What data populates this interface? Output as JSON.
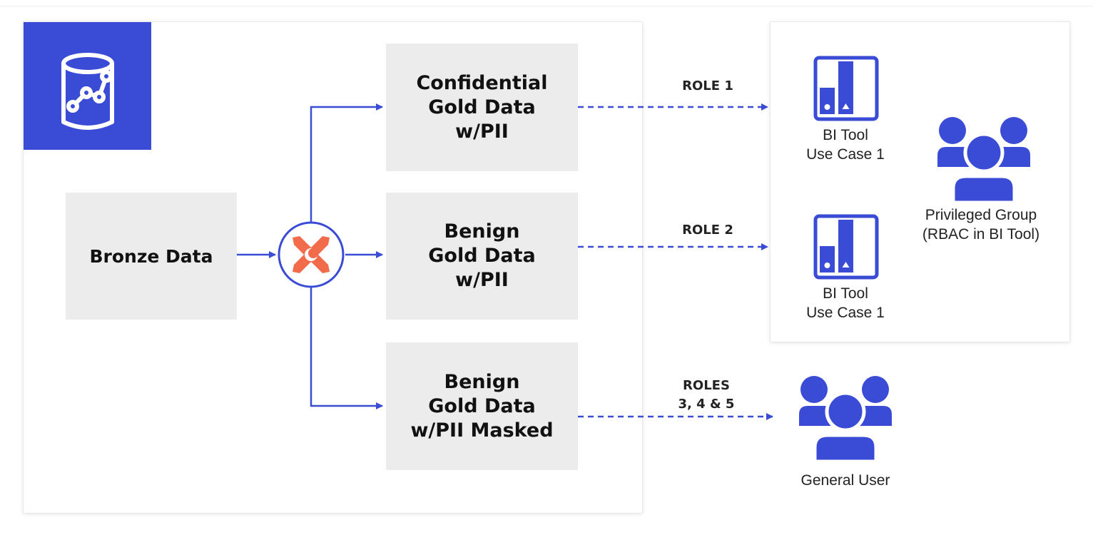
{
  "bronze": {
    "label": "Bronze Data"
  },
  "gold_boxes": [
    {
      "lines": [
        "Confidential",
        "Gold Data",
        "w/PII"
      ]
    },
    {
      "lines": [
        "Benign",
        "Gold Data",
        "w/PII"
      ]
    },
    {
      "lines": [
        "Benign",
        "Gold Data",
        "w/PII Masked"
      ]
    }
  ],
  "roles": {
    "role1": "ROLE 1",
    "role2": "ROLE 2",
    "role345_line1": "ROLES",
    "role345_line2": "3, 4 & 5"
  },
  "bi_tools": [
    {
      "line1": "BI Tool",
      "line2": "Use Case 1"
    },
    {
      "line1": "BI Tool",
      "line2": "Use Case 1"
    }
  ],
  "privileged_group": {
    "line1": "Privileged Group",
    "line2": "(RBAC in BI Tool)"
  },
  "general_user": {
    "label": "General User"
  },
  "icons": {
    "database": "database-analytics-icon",
    "transform": "dbt-logo-icon",
    "bi_tool": "bar-chart-icon",
    "group": "user-group-icon"
  },
  "colors": {
    "accent": "#3a4bd6",
    "dbt_orange": "#f26b4b",
    "box_fill": "#ececec"
  }
}
